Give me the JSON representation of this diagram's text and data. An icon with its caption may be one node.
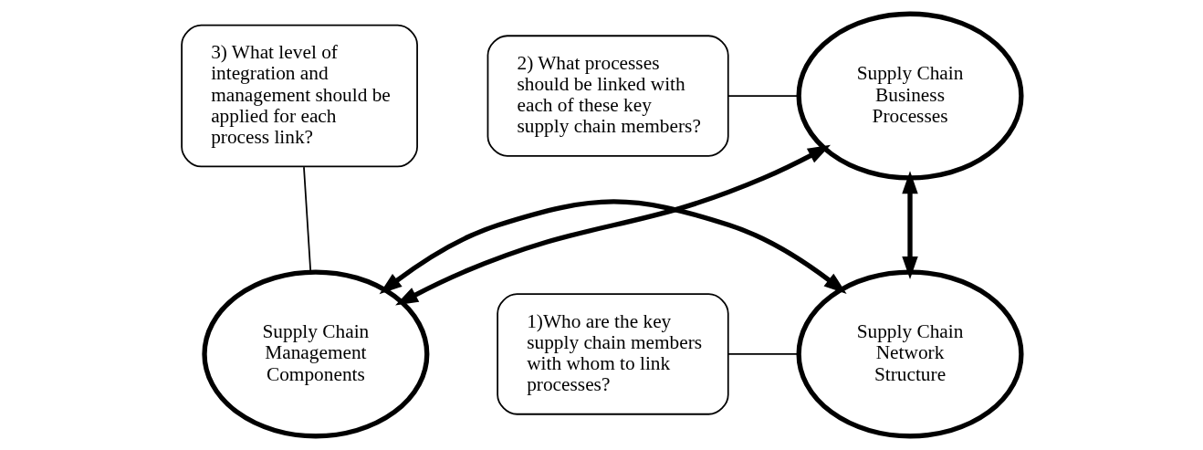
{
  "diagram": {
    "nodes": [
      {
        "text": [
          "3) What level of integration and management should be applied for each process link?"
        ]
      },
      {
        "text": [
          "Supply Chain Business Processes"
        ]
      },
      {
        "text": [
          "2) What processes should be linked with each of these key supply chain members?"
        ]
      },
      {
        "text": [
          "1)Who are the key supply chain members with whom to link processes?"
        ]
      },
      {
        "text": [
          "Supply Chain Management Components"
        ]
      },
      {
        "text": [
          "Supply Chain Network Structure"
        ]
      }
    ],
    "edges": [
      {
        "from": 0,
        "to": 4,
        "arrow": "none"
      },
      {
        "from": 2,
        "to": 1,
        "arrow": "none"
      },
      {
        "from": 3,
        "to": 5,
        "arrow": "none"
      },
      {
        "from": 1,
        "to": 4,
        "arrow": "both",
        "style": "thick"
      },
      {
        "from": 1,
        "to": 5,
        "arrow": "both",
        "style": "thick"
      },
      {
        "from": 4,
        "to": 5,
        "arrow": "both",
        "style": "thick"
      }
    ]
  }
}
